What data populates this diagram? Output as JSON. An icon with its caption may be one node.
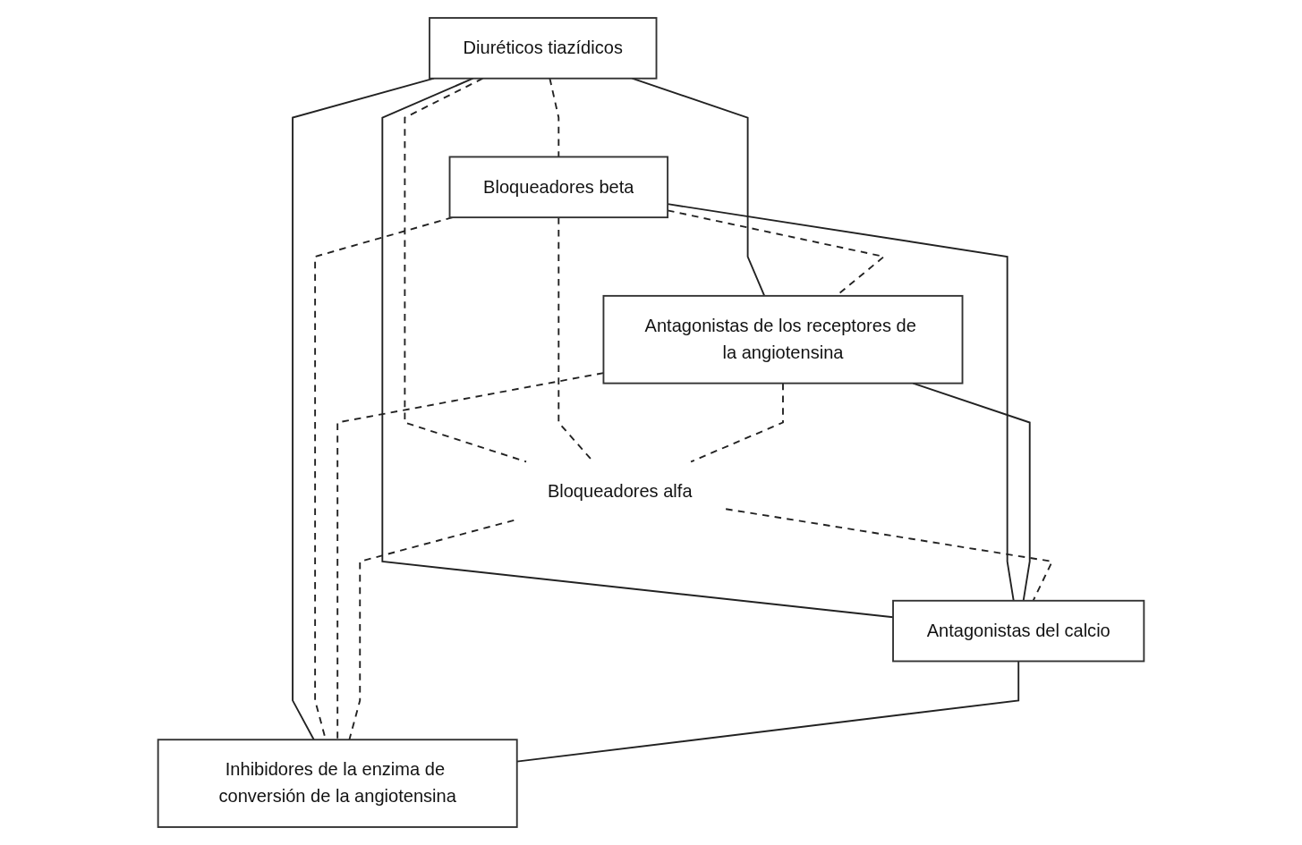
{
  "diagram": {
    "nodes": [
      {
        "text": [
          "Diuréticos tiazídicos"
        ]
      },
      {
        "text": [
          "Bloqueadores beta"
        ]
      },
      {
        "text": [
          "Antagonistas de los receptores de la angiotensina"
        ]
      },
      {
        "text": [
          "Bloqueadores alfa"
        ]
      },
      {
        "text": [
          "Antagonistas del calcio"
        ]
      },
      {
        "text": [
          "Inhibidores de la enzima de conversión de la angiotensina"
        ]
      }
    ],
    "edges": [
      {
        "from": 0,
        "to": 1,
        "arrow": "none",
        "style": "dashed"
      },
      {
        "from": 0,
        "to": 2,
        "arrow": "none"
      },
      {
        "from": 0,
        "to": 3,
        "arrow": "none",
        "style": "dashed"
      },
      {
        "from": 0,
        "to": 4,
        "arrow": "none"
      },
      {
        "from": 0,
        "to": 5,
        "arrow": "none"
      },
      {
        "from": 1,
        "to": 2,
        "arrow": "none",
        "style": "dashed"
      },
      {
        "from": 1,
        "to": 3,
        "arrow": "none",
        "style": "dashed"
      },
      {
        "from": 1,
        "to": 4,
        "arrow": "none"
      },
      {
        "from": 1,
        "to": 5,
        "arrow": "none",
        "style": "dashed"
      },
      {
        "from": 2,
        "to": 3,
        "arrow": "none",
        "style": "dashed"
      },
      {
        "from": 2,
        "to": 4,
        "arrow": "none"
      },
      {
        "from": 2,
        "to": 5,
        "arrow": "none",
        "style": "dashed"
      },
      {
        "from": 3,
        "to": 4,
        "arrow": "none",
        "style": "dashed"
      },
      {
        "from": 3,
        "to": 5,
        "arrow": "none",
        "style": "dashed"
      },
      {
        "from": 4,
        "to": 5,
        "arrow": "none"
      }
    ]
  }
}
